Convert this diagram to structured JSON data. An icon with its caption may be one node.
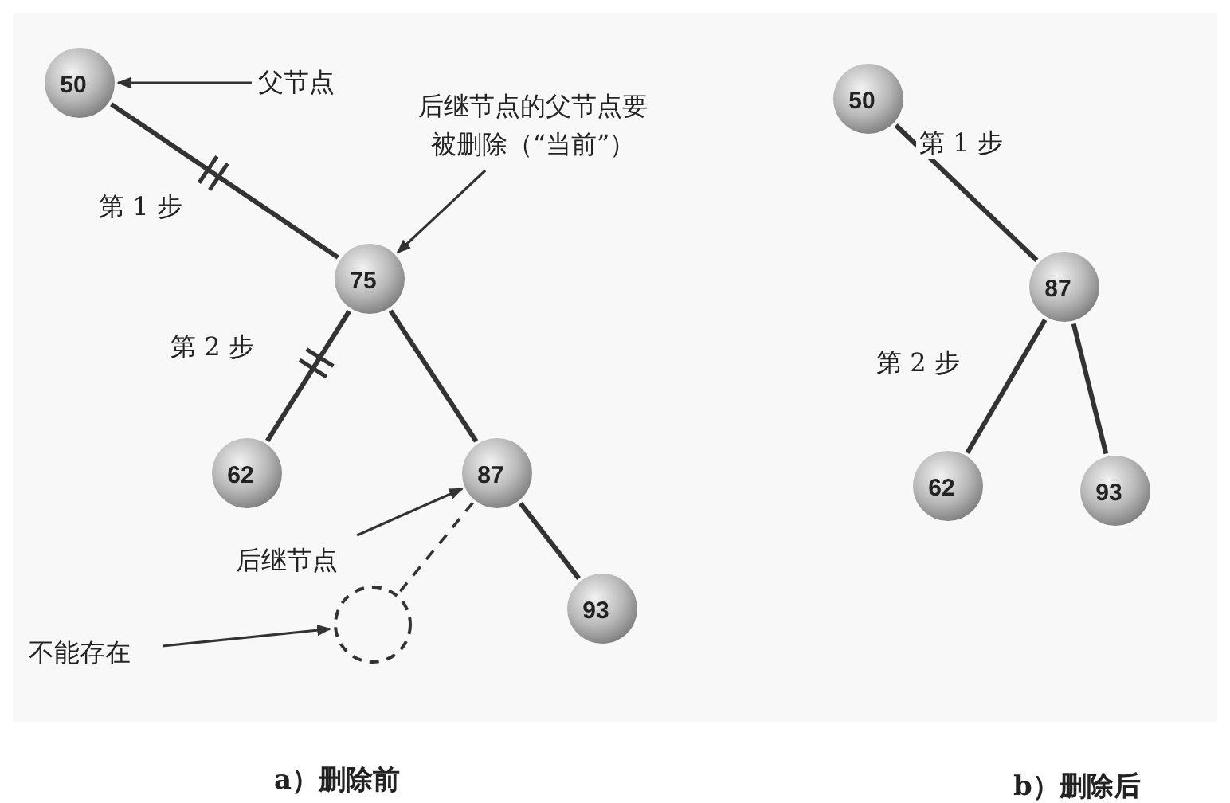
{
  "diagram": {
    "nodes": [
      {
        "text": [
          "50"
        ]
      },
      {
        "text": [
          "75"
        ]
      },
      {
        "text": [
          "62"
        ]
      },
      {
        "text": [
          "87"
        ]
      },
      {
        "text": [
          "93"
        ]
      },
      {
        "text": [],
        "shape": "circle"
      },
      {
        "text": [
          "父节点"
        ]
      },
      {
        "text": [
          "后继节点的父节点要被删除（“当前”）"
        ]
      },
      {
        "text": [
          "后继节点"
        ]
      },
      {
        "text": [
          "不能存在"
        ]
      },
      {
        "text": [
          "50"
        ]
      },
      {
        "text": [
          "87"
        ]
      },
      {
        "text": [
          "62"
        ]
      },
      {
        "text": [
          "93"
        ]
      }
    ],
    "edges": [
      {
        "from": 0,
        "to": 1,
        "arrow": "none",
        "label": "第 1 步"
      },
      {
        "from": 1,
        "to": 2,
        "arrow": "none",
        "label": "第 2 步"
      },
      {
        "from": 1,
        "to": 3,
        "arrow": "none"
      },
      {
        "from": 3,
        "to": 4,
        "arrow": "none"
      },
      {
        "from": 3,
        "to": 5,
        "arrow": "none",
        "style": "dashed"
      },
      {
        "from": 6,
        "to": 0,
        "arrow": "to"
      },
      {
        "from": 7,
        "to": 1,
        "arrow": "to"
      },
      {
        "from": 8,
        "to": 3,
        "arrow": "to"
      },
      {
        "from": 9,
        "to": 5,
        "arrow": "to"
      },
      {
        "from": 10,
        "to": 11,
        "arrow": "none",
        "label": "第 1 步"
      },
      {
        "from": 11,
        "to": 12,
        "arrow": "none",
        "label": "第 2 步"
      },
      {
        "from": 11,
        "to": 13,
        "arrow": "none"
      }
    ],
    "labels": [
      "a）删除前",
      "b）删除后"
    ]
  }
}
